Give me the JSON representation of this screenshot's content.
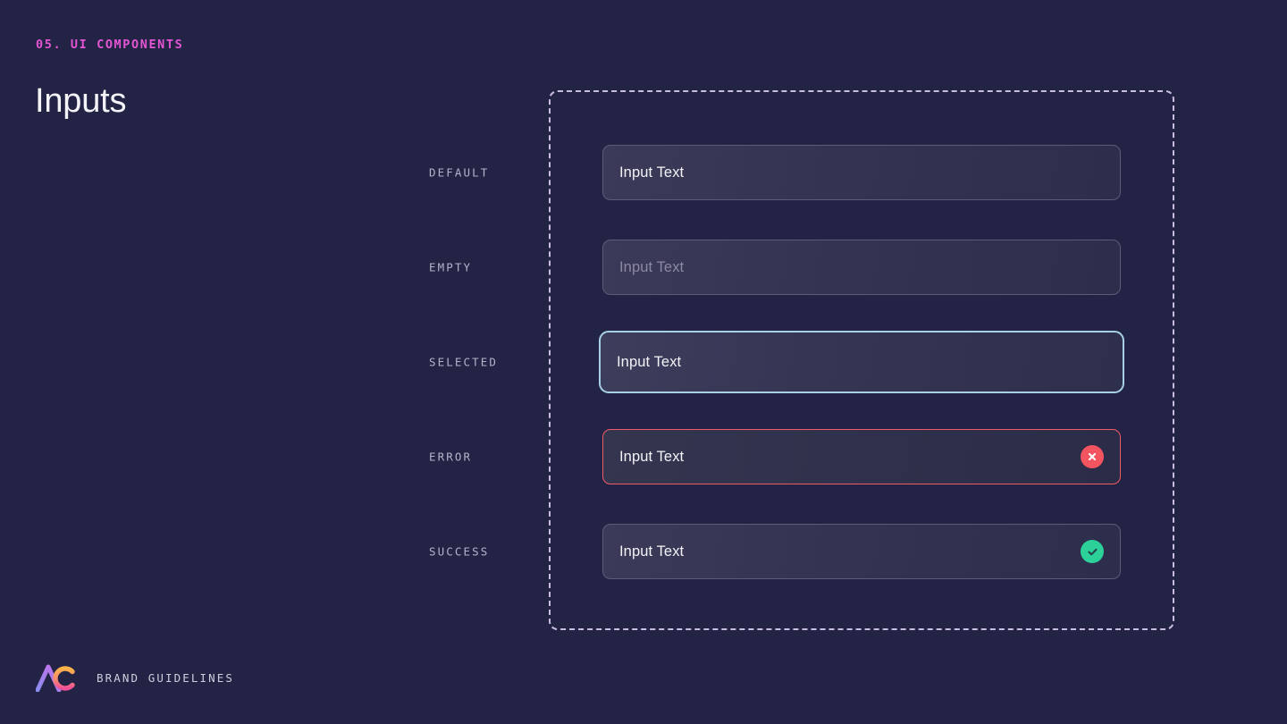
{
  "slide": {
    "eyebrow": "05. UI COMPONENTS",
    "title": "Inputs",
    "background_color": "#232445",
    "accent_color": "#e455d4"
  },
  "showcase": {
    "border_style": "dashed",
    "border_color": "#c9bedf"
  },
  "inputs": [
    {
      "state": "default",
      "label": "DEFAULT",
      "value": "Input Text",
      "placeholder": "Input Text",
      "icon": null,
      "border_color": "#5c5c78"
    },
    {
      "state": "empty",
      "label": "EMPTY",
      "value": "",
      "placeholder": "Input Text",
      "icon": null,
      "border_color": "#5c5c78"
    },
    {
      "state": "selected",
      "label": "SELECTED",
      "value": "Input Text",
      "placeholder": "Input Text",
      "icon": null,
      "border_color": "#a8cfe4"
    },
    {
      "state": "error",
      "label": "ERROR",
      "value": "Input Text",
      "placeholder": "Input Text",
      "icon": "error-circle-x-icon",
      "border_color": "#ef5c68",
      "icon_color": "#f2555f"
    },
    {
      "state": "success",
      "label": "SUCCESS",
      "value": "Input Text",
      "placeholder": "Input Text",
      "icon": "success-circle-check-icon",
      "border_color": "#5c5c78",
      "icon_color": "#2bd198"
    }
  ],
  "footer": {
    "logo": "ac-monogram-logo",
    "text": "BRAND GUIDELINES"
  }
}
